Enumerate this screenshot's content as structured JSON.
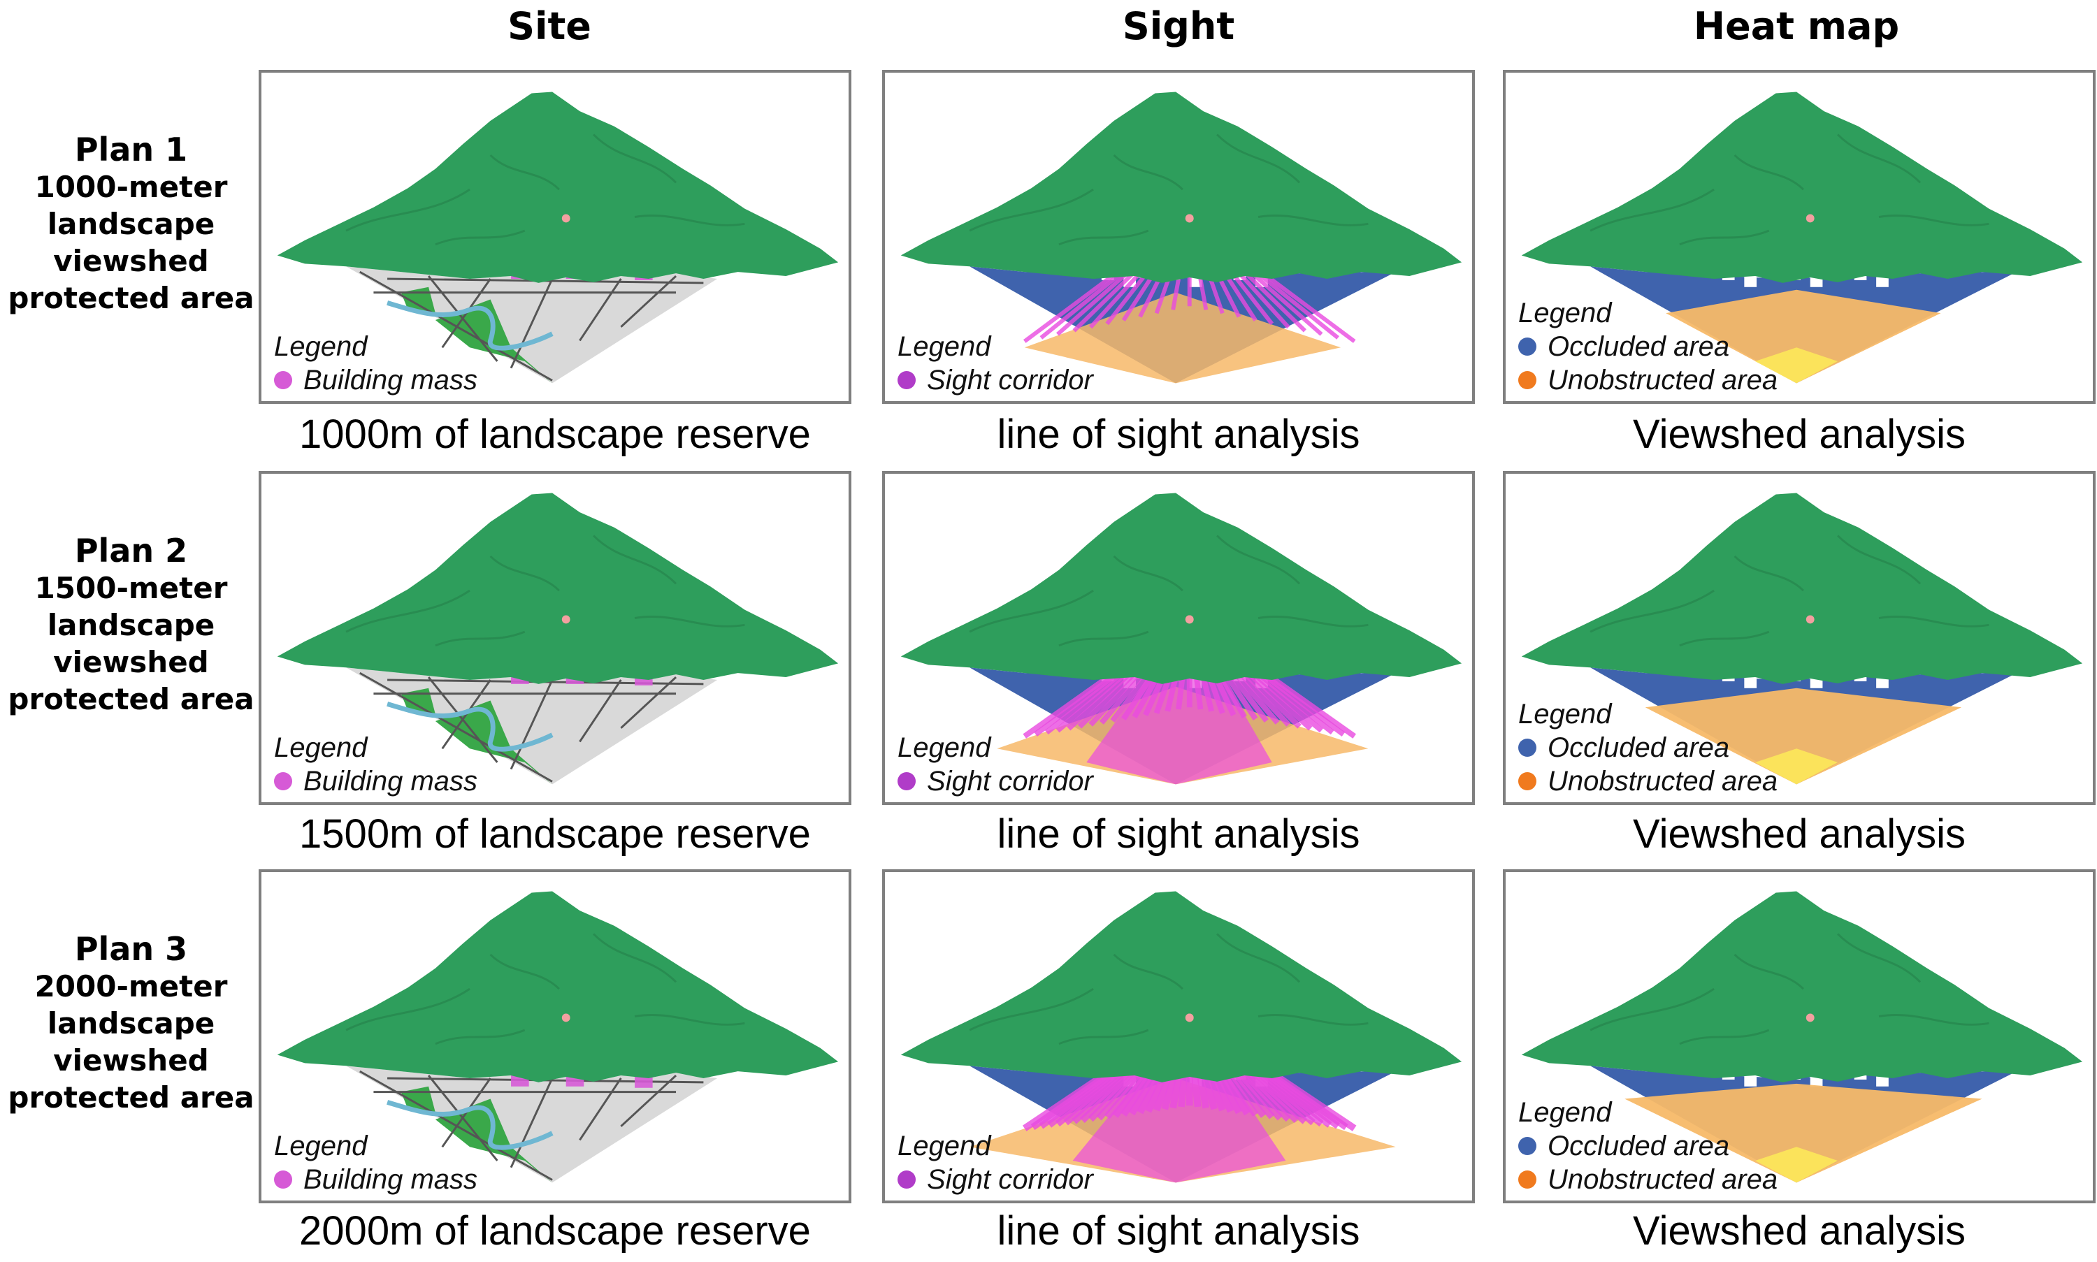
{
  "column_headers": [
    "Site",
    "Sight",
    "Heat map"
  ],
  "plans": [
    {
      "name": "Plan 1",
      "lines": [
        "1000-meter",
        "landscape",
        "viewshed",
        "protected area"
      ],
      "captions": [
        "1000m of landscape reserve",
        "line of sight analysis",
        "Viewshed analysis"
      ],
      "corridor": 1
    },
    {
      "name": "Plan 2",
      "lines": [
        "1500-meter",
        "landscape",
        "viewshed",
        "protected area"
      ],
      "captions": [
        "1500m of landscape reserve",
        "line of sight analysis",
        "Viewshed analysis"
      ],
      "corridor": 2
    },
    {
      "name": "Plan 3",
      "lines": [
        "2000-meter",
        "landscape",
        "viewshed",
        "protected area"
      ],
      "captions": [
        "2000m of landscape reserve",
        "line of sight analysis",
        "Viewshed analysis"
      ],
      "corridor": 3
    }
  ],
  "legends": {
    "title": "Legend",
    "site": [
      {
        "label": "Building mass",
        "color": "#d65ad6"
      }
    ],
    "sight": [
      {
        "label": "Sight corridor",
        "color": "#b03cc8"
      }
    ],
    "heat": [
      {
        "label": "Occluded area",
        "color": "#3f63ad"
      },
      {
        "label": "Unobstructed area",
        "color": "#f07a1e"
      }
    ]
  },
  "colors": {
    "mountain": "#2e9e5c",
    "ground": "#d9d9d9",
    "roads": "#555555",
    "green_space": "#3aa84a",
    "river": "#6fb7d2",
    "building": "#d65ad6",
    "occluded": "#3f63ad",
    "unobstructed_hot": "#e8391b",
    "unobstructed_warm": "#f7b968",
    "corridor": "#e94be0",
    "viewpoint": "#f3a0a0"
  }
}
